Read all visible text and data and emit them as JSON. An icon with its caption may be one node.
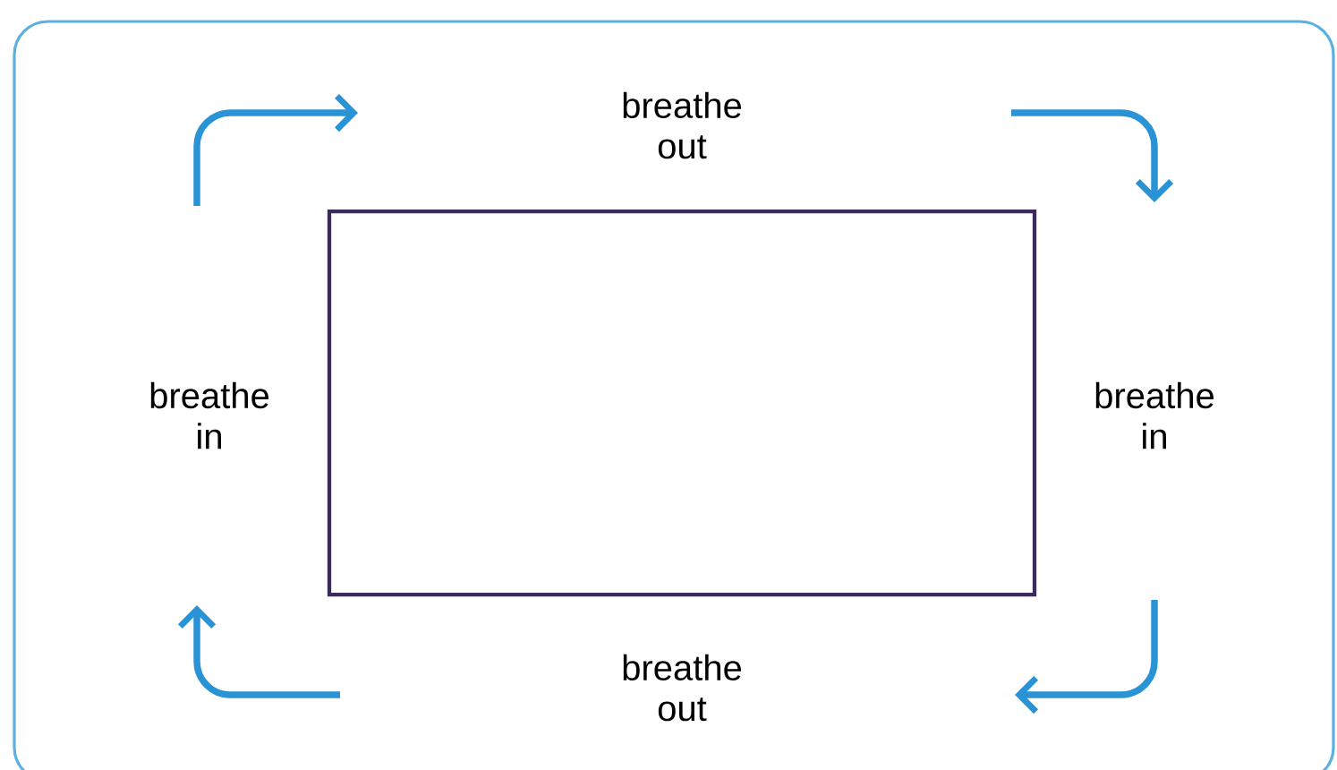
{
  "diagram": {
    "nodes": [
      {
        "text": [
          "breathe out"
        ]
      },
      {
        "text": [
          "breathe in"
        ]
      },
      {
        "text": [],
        "shape": "box"
      },
      {
        "text": [
          "breathe in"
        ]
      },
      {
        "text": [
          "breathe out"
        ]
      }
    ]
  }
}
